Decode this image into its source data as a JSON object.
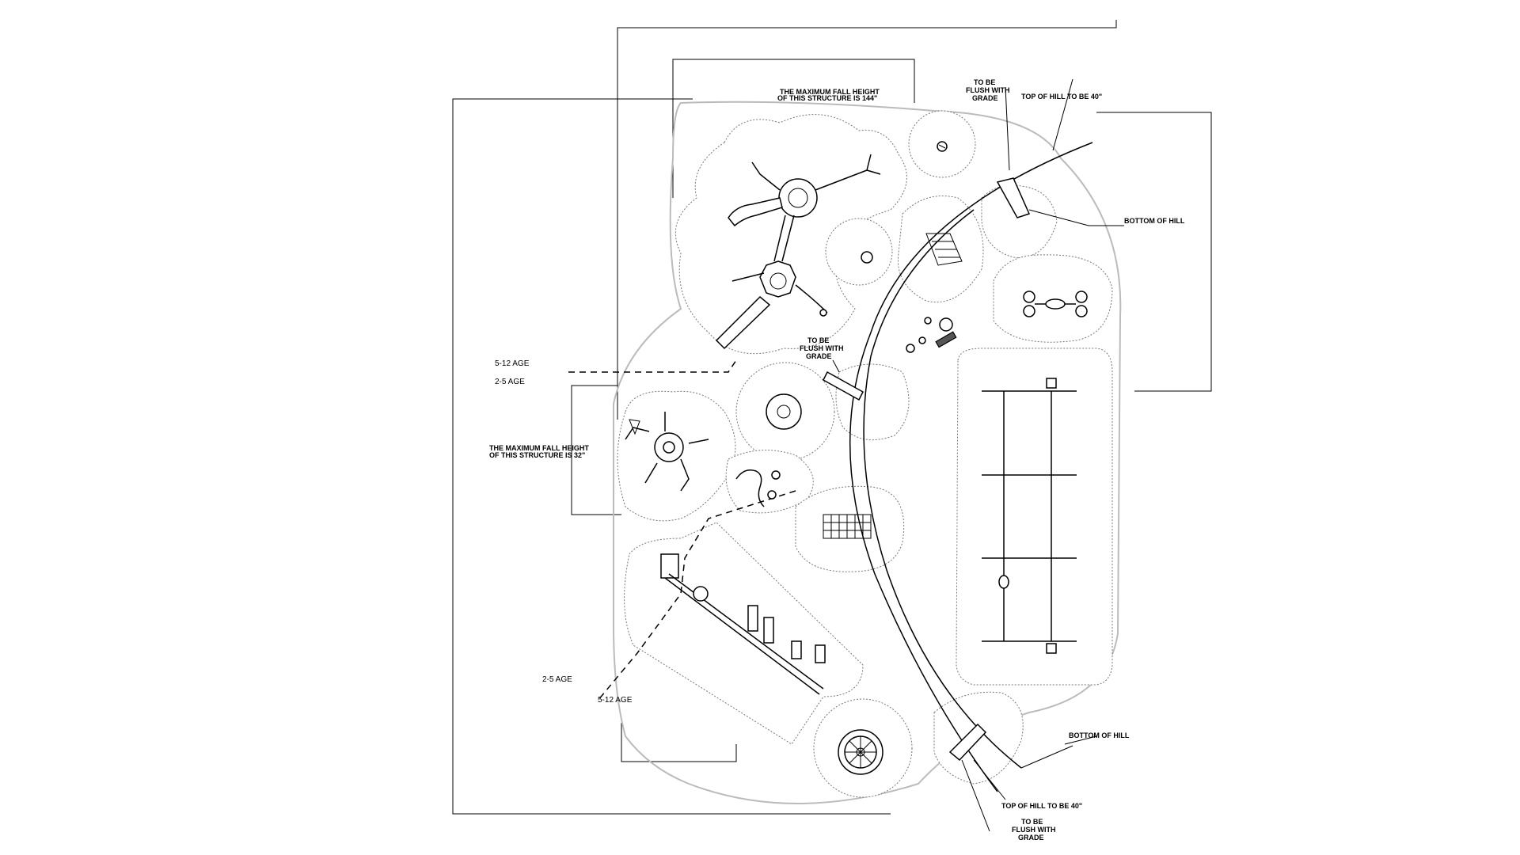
{
  "labels": {
    "top_hill_upper": "TOP OF HILL TO BE 40\"",
    "flush_upper_1": "TO BE",
    "flush_upper_2": "FLUSH WITH",
    "flush_upper_3": "GRADE",
    "bottom_hill_upper": "BOTTOM OF HILL",
    "fall_height_512_1": "THE MAXIMUM FALL HEIGHT",
    "fall_height_512_2": "OF THIS STRUCTURE IS 144\"",
    "flush_mid_1": "TO BE",
    "flush_mid_2": "FLUSH WITH",
    "flush_mid_3": "GRADE",
    "age_512_upper": "5-12 AGE",
    "age_25_upper": "2-5 AGE",
    "fall_height_25_1": "THE MAXIMUM FALL HEIGHT",
    "fall_height_25_2": "OF THIS STRUCTURE IS 32\"",
    "age_25_lower": "2-5 AGE",
    "age_512_lower": "5-12 AGE",
    "bottom_hill_lower": "BOTTOM OF HILL",
    "top_hill_lower": "TOP OF HILL TO BE 40\"",
    "flush_lower_1": "TO BE",
    "flush_lower_2": "FLUSH WITH",
    "flush_lower_3": "GRADE"
  }
}
